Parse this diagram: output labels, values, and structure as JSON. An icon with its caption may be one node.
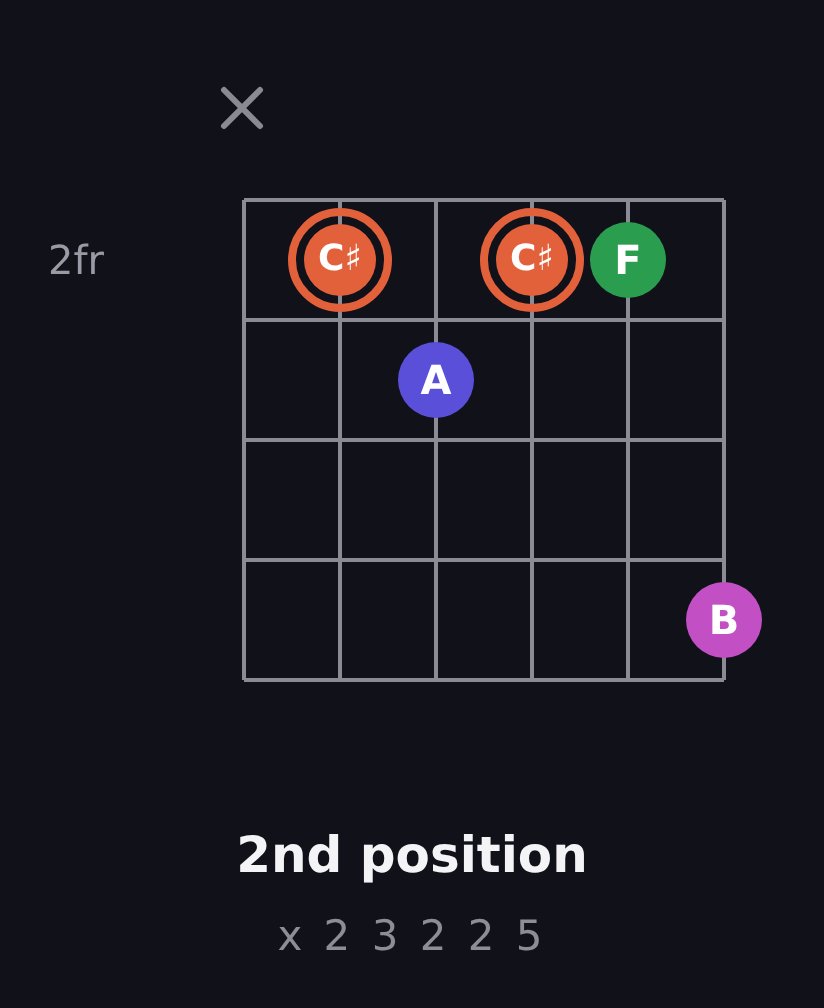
{
  "diagram": {
    "caption": "2nd position",
    "nodes": [
      {
        "text": [
          "C♯"
        ]
      },
      {
        "text": [
          "C♯"
        ]
      },
      {
        "text": [
          "F"
        ]
      },
      {
        "text": [
          "A"
        ]
      },
      {
        "text": [
          "B"
        ]
      }
    ],
    "labels": [
      "2fr",
      "x 2 3 2 2 5"
    ]
  }
}
